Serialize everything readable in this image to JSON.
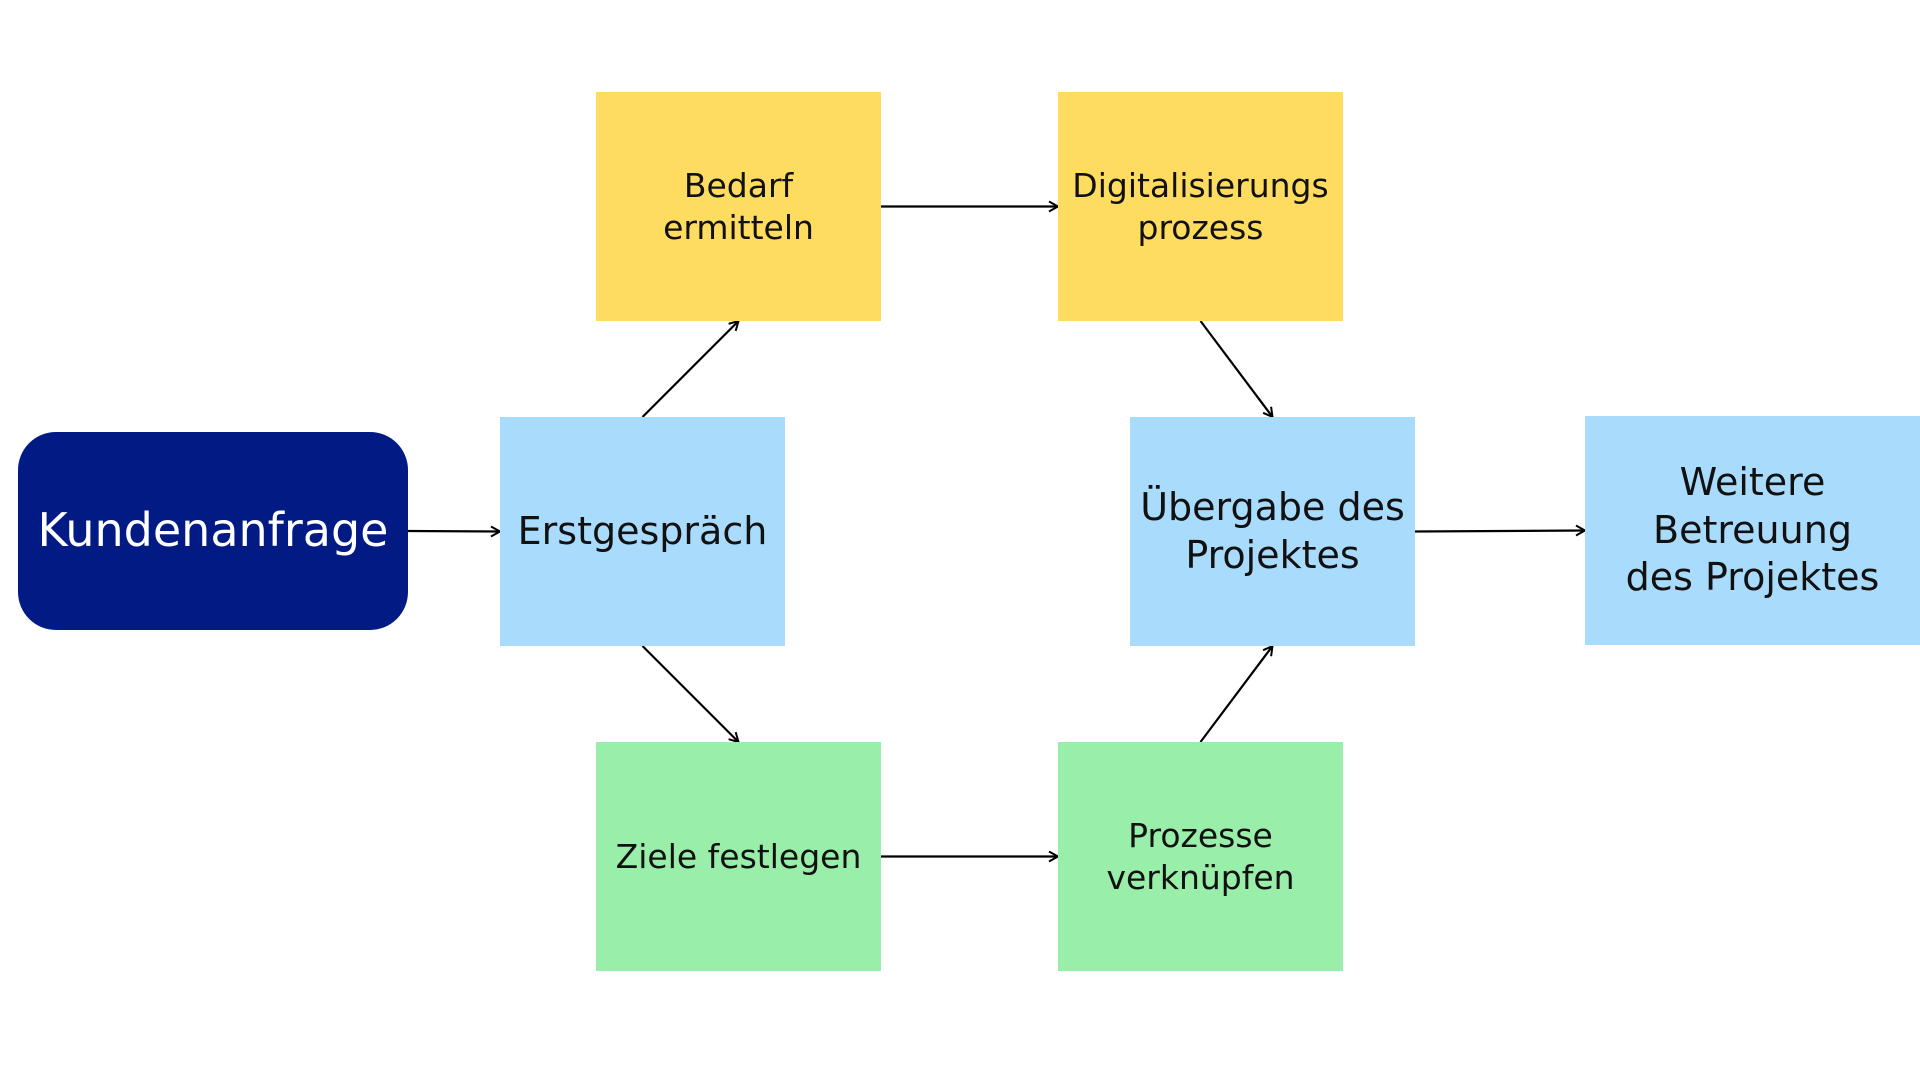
{
  "diagram": {
    "nodes": {
      "kundenanfrage": {
        "label": "Kundenanfrage",
        "color": "#021b84",
        "text_color": "#ffffff"
      },
      "erstgespraech": {
        "label": "Erstgespräch",
        "color": "#a9dbfd"
      },
      "bedarf": {
        "label": "Bedarf\nermitteln",
        "color": "#fedc5f"
      },
      "digitalisierung": {
        "label": "Digitalisierungs\nprozess",
        "color": "#fedc5f"
      },
      "ziele": {
        "label": "Ziele festlegen",
        "color": "#99eeaa"
      },
      "prozesse": {
        "label": "Prozesse\nverknüpfen",
        "color": "#99eeaa"
      },
      "uebergabe": {
        "label": "Übergabe des\nProjektes",
        "color": "#a9dbfd"
      },
      "betreuung": {
        "label": "Weitere\nBetreuung\ndes Projektes",
        "color": "#a9dbfd"
      }
    },
    "edges": [
      {
        "from": "kundenanfrage",
        "to": "erstgespraech"
      },
      {
        "from": "erstgespraech",
        "to": "bedarf"
      },
      {
        "from": "erstgespraech",
        "to": "ziele"
      },
      {
        "from": "bedarf",
        "to": "digitalisierung"
      },
      {
        "from": "ziele",
        "to": "prozesse"
      },
      {
        "from": "digitalisierung",
        "to": "uebergabe"
      },
      {
        "from": "prozesse",
        "to": "uebergabe"
      },
      {
        "from": "uebergabe",
        "to": "betreuung"
      }
    ]
  }
}
